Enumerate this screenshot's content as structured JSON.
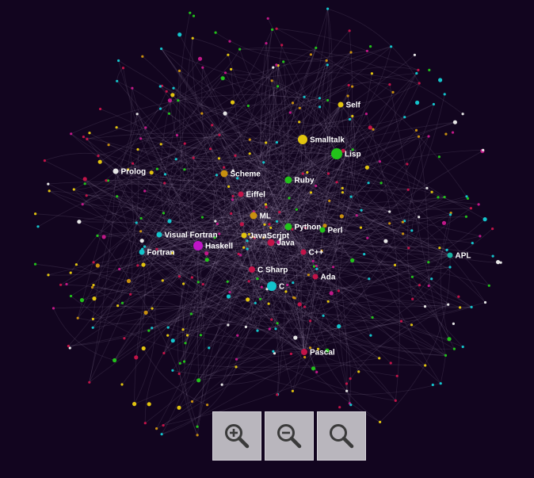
{
  "colors": {
    "background": "#12051f",
    "edge": "#c9bcd9",
    "yellow": "#e2c40f",
    "green": "#22c21a",
    "cyan": "#13c4cc",
    "magenta": "#c01888",
    "crimson": "#c21348",
    "orange": "#c9900f",
    "white": "#e6e6e6",
    "purple": "#c014c8",
    "teal": "#17b3a3"
  },
  "nodes": [
    {
      "id": "Self",
      "label": "Self",
      "color": "yellow",
      "size": 3.5
    },
    {
      "id": "Smalltalk",
      "label": "Smalltalk",
      "color": "yellow",
      "size": 6
    },
    {
      "id": "Lisp",
      "label": "Lisp",
      "color": "green",
      "size": 7
    },
    {
      "id": "Prolog",
      "label": "Prolog",
      "color": "white",
      "size": 3.5
    },
    {
      "id": "Scheme",
      "label": "Scheme",
      "color": "orange",
      "size": 4.5
    },
    {
      "id": "Ruby",
      "label": "Ruby",
      "color": "green",
      "size": 4.5
    },
    {
      "id": "Eiffel",
      "label": "Eiffel",
      "color": "crimson",
      "size": 3.5
    },
    {
      "id": "ML",
      "label": "ML",
      "color": "orange",
      "size": 4.5
    },
    {
      "id": "Python",
      "label": "Python",
      "color": "green",
      "size": 4.5
    },
    {
      "id": "Perl",
      "label": "Perl",
      "color": "green",
      "size": 3.5
    },
    {
      "id": "Visual Fortran",
      "label": "Visual Fortran",
      "color": "cyan",
      "size": 3.5
    },
    {
      "id": "JavaScript",
      "label": "JavaScript",
      "color": "yellow",
      "size": 3.5
    },
    {
      "id": "Java",
      "label": "Java",
      "color": "crimson",
      "size": 4.5
    },
    {
      "id": "Haskell",
      "label": "Haskell",
      "color": "purple",
      "size": 6
    },
    {
      "id": "C++",
      "label": "C++",
      "color": "crimson",
      "size": 3.5
    },
    {
      "id": "Fortran",
      "label": "Fortran",
      "color": "cyan",
      "size": 3.5
    },
    {
      "id": "APL",
      "label": "APL",
      "color": "teal",
      "size": 3.5
    },
    {
      "id": "C Sharp",
      "label": "C Sharp",
      "color": "crimson",
      "size": 4
    },
    {
      "id": "Ada",
      "label": "Ada",
      "color": "crimson",
      "size": 3.5
    },
    {
      "id": "C",
      "label": "C",
      "color": "cyan",
      "size": 6
    },
    {
      "id": "Pascal",
      "label": "Pascal",
      "color": "crimson",
      "size": 4
    }
  ],
  "toolbar": [
    {
      "name": "zoom-in-button",
      "icon": "zoom-in-icon"
    },
    {
      "name": "zoom-out-button",
      "icon": "zoom-out-icon"
    },
    {
      "name": "zoom-reset-button",
      "icon": "magnifier-icon"
    }
  ]
}
